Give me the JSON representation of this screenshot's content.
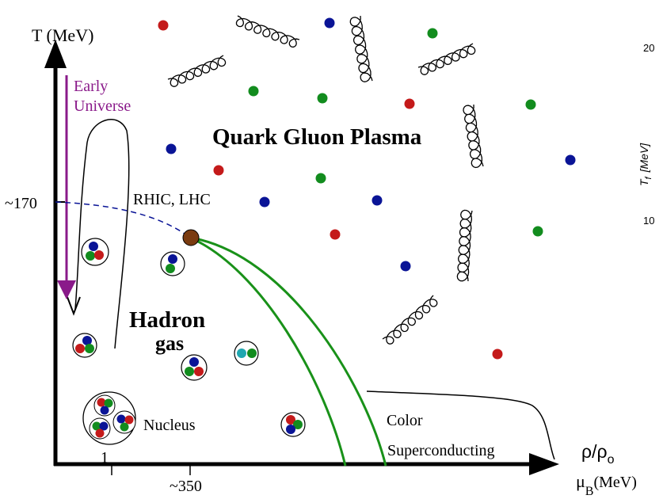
{
  "axes": {
    "y_label": "T (MeV)",
    "y_tick": "~170",
    "x_tick_1": "1",
    "x_tick_350": "~350",
    "x_label_rho_main": "ρ/ρ",
    "x_label_rho_sub": "o",
    "x_label_mu_main": "μ",
    "x_label_mu_sub": "B",
    "x_label_mu_unit": "(MeV)"
  },
  "regions": {
    "qgp": "Quark Gluon Plasma",
    "hadron_line1": "Hadron",
    "hadron_line2": "gas",
    "nucleus": "Nucleus",
    "color_line1": "Color",
    "color_line2": "Superconducting",
    "rhic": "RHIC, LHC",
    "early_line1": "Early",
    "early_line2": "Universe"
  },
  "inset": {
    "tick_top": "20",
    "tick_bottom": "10",
    "ylabel_main": "T",
    "ylabel_sub": "f",
    "ylabel_unit": "[MeV]"
  },
  "colors": {
    "quark_red": "#c41a1a",
    "quark_blue": "#0a1496",
    "quark_green": "#128c1e",
    "quark_cyan": "#1fa7b0",
    "phase_line": "#199119",
    "crossover": "#0a1496",
    "critical_point": "#7a3b10",
    "early_universe": "#8a1a8a"
  }
}
